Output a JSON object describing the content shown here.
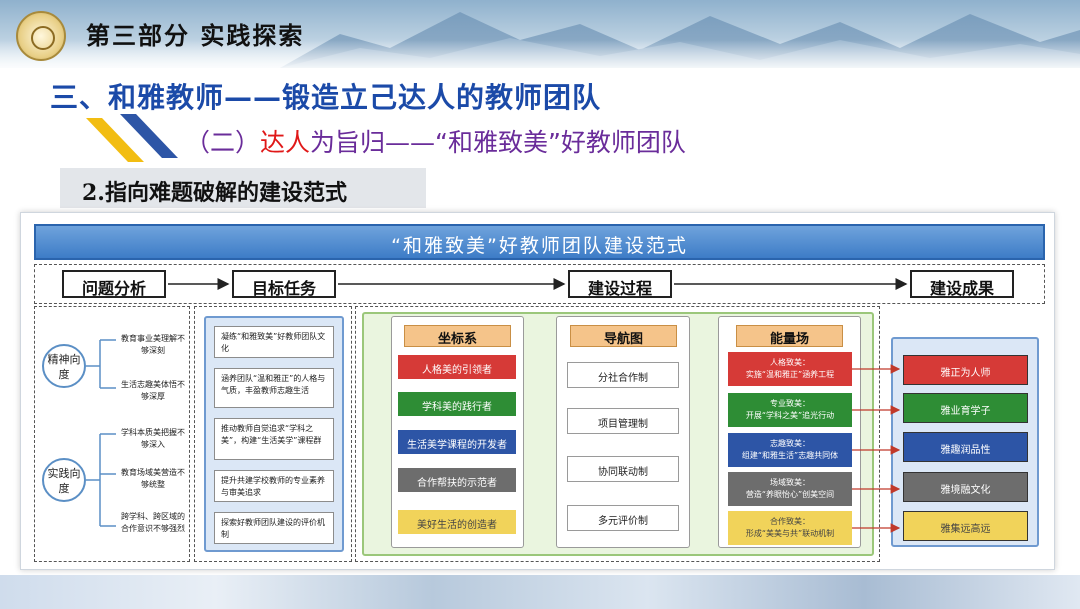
{
  "header": {
    "section_title": "第三部分 实践探索"
  },
  "headings": {
    "h1": "三、和雅教师——锻造立己达人的教师团队",
    "h2_pre": "（二）",
    "h2_red": "达人",
    "h2_post": "为旨归——“和雅致美”好教师团队",
    "h3": "2.指向难题破解的建设范式"
  },
  "diagram": {
    "title": "“和雅致美”好教师团队建设范式",
    "phases": [
      "问题分析",
      "目标任务",
      "建设过程",
      "建设成果"
    ],
    "problems": {
      "groups": [
        {
          "label": "精神向度",
          "items": [
            "教育事业美理解不够深刻",
            "生活志趣美体悟不够深厚"
          ]
        },
        {
          "label": "实践向度",
          "items": [
            "学科本质美把握不够深入",
            "教育场域美营造不够统整",
            "跨学科、跨区域的合作意识不够强烈"
          ]
        }
      ]
    },
    "tasks": [
      "凝练“和雅致美”好教师团队文化",
      "涵养团队“温和雅正”的人格与气质，丰盈教师志趣生活",
      "推动教师自觉追求“学科之美”，构建“生活美学”课程群",
      "提升共建学校教师的专业素养与审美追求",
      "探索好教师团队建设的评价机制"
    ],
    "process": {
      "coordinate": {
        "title": "坐标系",
        "items": [
          "人格美的引领者",
          "学科美的践行者",
          "生活美学课程的开发者",
          "合作帮扶的示范者",
          "美好生活的创造者"
        ]
      },
      "navigation": {
        "title": "导航图",
        "items": [
          "分社合作制",
          "项目管理制",
          "协同联动制",
          "多元评价制"
        ]
      },
      "energy": {
        "title": "能量场",
        "items": [
          {
            "head": "人格致美：",
            "body": "实施“温和雅正”涵养工程"
          },
          {
            "head": "专业致美：",
            "body": "开展“学科之美”追光行动"
          },
          {
            "head": "志趣致美：",
            "body": "组建“和雅生活”志趣共同体"
          },
          {
            "head": "场域致美：",
            "body": "营造“养眼怡心”创美空间"
          },
          {
            "head": "合作致美：",
            "body": "形成“美美与共”联动机制"
          }
        ]
      }
    },
    "results": [
      "雅正为人师",
      "雅业育学子",
      "雅趣润品性",
      "雅境融文化",
      "雅集远高远"
    ]
  },
  "colors": {
    "title_blue": "#3d7cc7",
    "heading_blue": "#1b4aa8",
    "heading_purple": "#6a2c9a",
    "accent_red": "#e01818",
    "orange_head": "#f5c48a",
    "bar_colors": [
      "#d63a37",
      "#2e8d35",
      "#2d55a6",
      "#6d6d6d",
      "#f1d35a"
    ]
  }
}
